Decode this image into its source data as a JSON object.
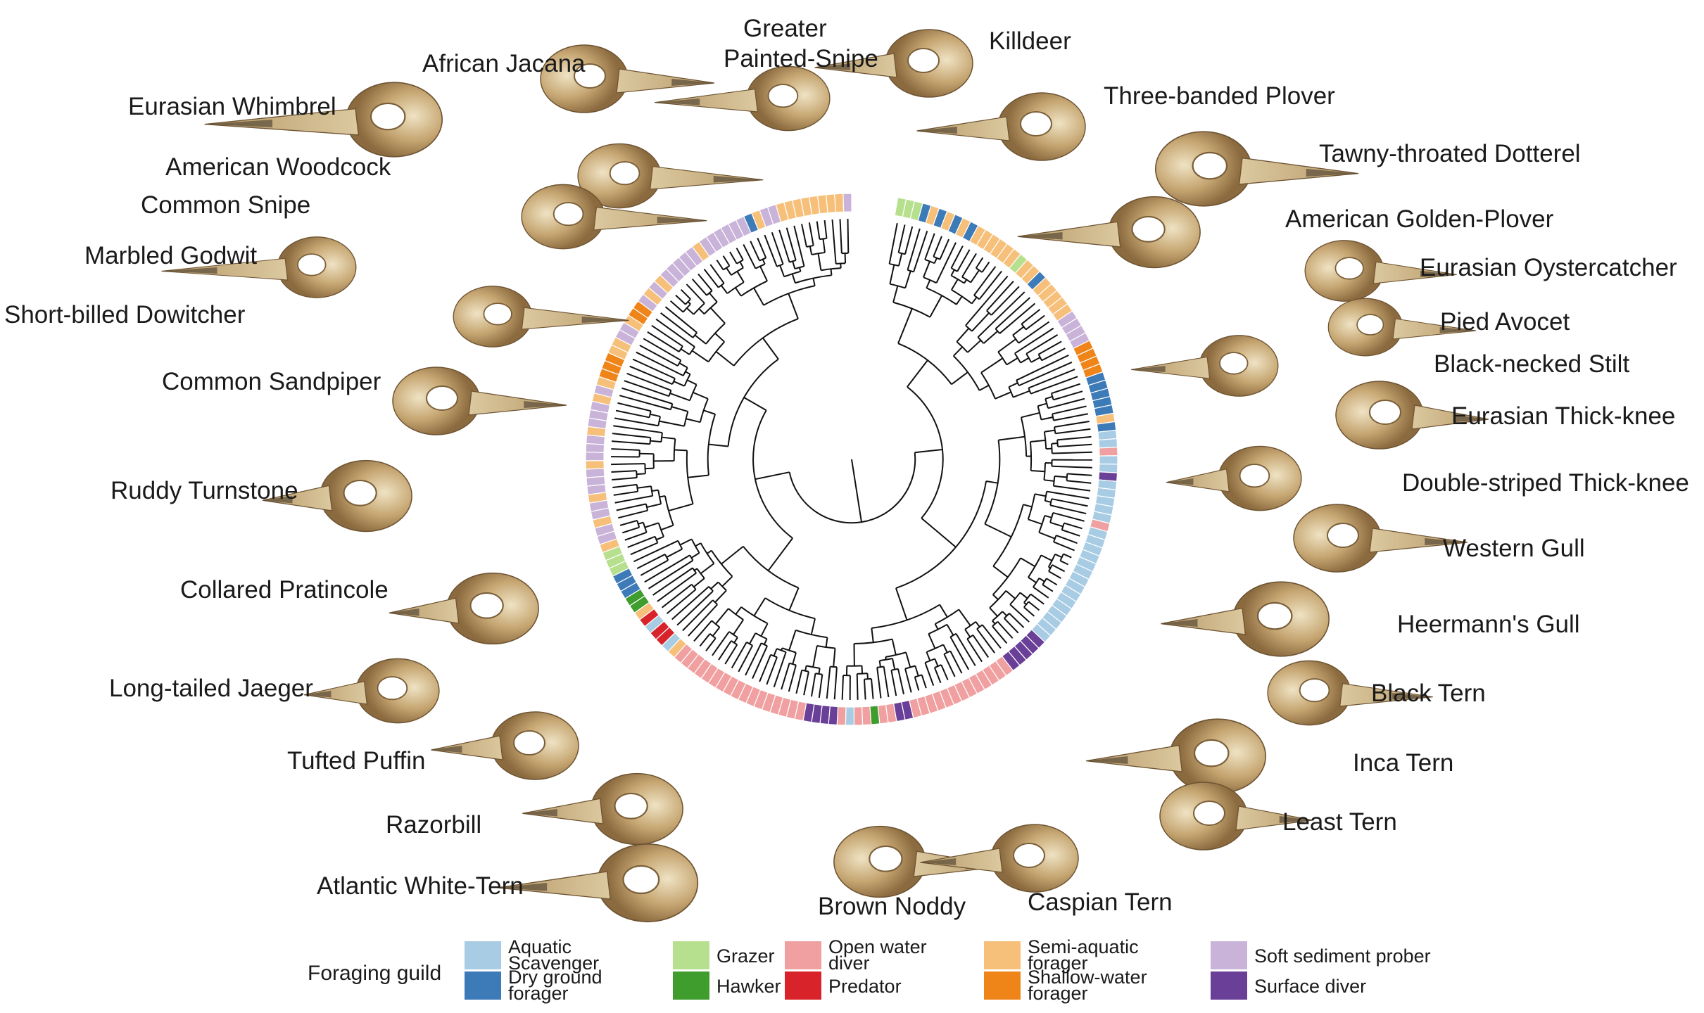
{
  "species": [
    "African Jacana",
    "Greater Painted-Snipe",
    "Killdeer",
    "Eurasian Whimbrel",
    "Three-banded Plover",
    "Tawny-throated Dotterel",
    "American Woodcock",
    "Common Snipe",
    "American Golden-Plover",
    "Marbled Godwit",
    "Eurasian Oystercatcher",
    "Short-billed Dowitcher",
    "Pied Avocet",
    "Black-necked Stilt",
    "Common Sandpiper",
    "Eurasian Thick-knee",
    "Ruddy Turnstone",
    "Double-striped Thick-knee",
    "Western Gull",
    "Collared Pratincole",
    "Heermann's Gull",
    "Long-tailed Jaeger",
    "Black Tern",
    "Tufted Puffin",
    "Inca Tern",
    "Razorbill",
    "Least Tern",
    "Atlantic White-Tern",
    "Brown Noddy",
    "Caspian Tern"
  ],
  "legend": {
    "title": "Foraging guild",
    "items": [
      {
        "label1": "Aquatic",
        "label2": "Scavenger",
        "color": "#a8cce4"
      },
      {
        "label1": "Dry ground",
        "label2": "forager",
        "color": "#3d7ab8"
      },
      {
        "label1": "Grazer",
        "label2": "",
        "color": "#b7e08e"
      },
      {
        "label1": "Hawker",
        "label2": "",
        "color": "#3f9d2e"
      },
      {
        "label1": "Open water",
        "label2": "diver",
        "color": "#f0a0a0"
      },
      {
        "label1": "Predator",
        "label2": "",
        "color": "#d8232a"
      },
      {
        "label1": "Semi-aquatic",
        "label2": "forager",
        "color": "#f6c07a"
      },
      {
        "label1": "Shallow-water",
        "label2": "forager",
        "color": "#ef8419"
      },
      {
        "label1": "Soft sediment prober",
        "label2": "",
        "color": "#c9b3d9"
      },
      {
        "label1": "Surface diver",
        "label2": "",
        "color": "#6a3f98"
      }
    ]
  },
  "ring_sequence": [
    "Grazer",
    "Grazer",
    "Grazer",
    "Dry ground forager",
    "Semi-aquatic forager",
    "Dry ground forager",
    "Semi-aquatic forager",
    "Dry ground forager",
    "Semi-aquatic forager",
    "Dry ground forager",
    "Semi-aquatic forager",
    "Semi-aquatic forager",
    "Semi-aquatic forager",
    "Semi-aquatic forager",
    "Semi-aquatic forager",
    "Semi-aquatic forager",
    "Grazer",
    "Semi-aquatic forager",
    "Semi-aquatic forager",
    "Dry ground forager",
    "Semi-aquatic forager",
    "Semi-aquatic forager",
    "Semi-aquatic forager",
    "Semi-aquatic forager",
    "Semi-aquatic forager",
    "Soft sediment prober",
    "Soft sediment prober",
    "Soft sediment prober",
    "Soft sediment prober",
    "Shallow-water forager",
    "Shallow-water forager",
    "Shallow-water forager",
    "Shallow-water forager",
    "Dry ground forager",
    "Dry ground forager",
    "Dry ground forager",
    "Dry ground forager",
    "Dry ground forager",
    "Semi-aquatic forager",
    "Dry ground forager",
    "Aquatic Scavenger",
    "Aquatic Scavenger",
    "Open water diver",
    "Aquatic Scavenger",
    "Aquatic Scavenger",
    "Surface diver",
    "Aquatic Scavenger",
    "Aquatic Scavenger",
    "Aquatic Scavenger",
    "Aquatic Scavenger",
    "Aquatic Scavenger",
    "Open water diver",
    "Aquatic Scavenger",
    "Aquatic Scavenger",
    "Aquatic Scavenger",
    "Aquatic Scavenger",
    "Aquatic Scavenger",
    "Aquatic Scavenger",
    "Aquatic Scavenger",
    "Aquatic Scavenger",
    "Aquatic Scavenger",
    "Aquatic Scavenger",
    "Aquatic Scavenger",
    "Aquatic Scavenger",
    "Aquatic Scavenger",
    "Aquatic Scavenger",
    "Aquatic Scavenger",
    "Surface diver",
    "Surface diver",
    "Surface diver",
    "Surface diver",
    "Surface diver",
    "Open water diver",
    "Open water diver",
    "Open water diver",
    "Open water diver",
    "Open water diver",
    "Open water diver",
    "Open water diver",
    "Open water diver",
    "Open water diver",
    "Open water diver",
    "Open water diver",
    "Open water diver",
    "Open water diver",
    "Surface diver",
    "Surface diver",
    "Open water diver",
    "Open water diver",
    "Hawker",
    "Open water diver",
    "Open water diver",
    "Aquatic Scavenger",
    "Open water diver",
    "Surface diver",
    "Surface diver",
    "Surface diver",
    "Surface diver",
    "Open water diver",
    "Open water diver",
    "Open water diver",
    "Open water diver",
    "Open water diver",
    "Open water diver",
    "Open water diver",
    "Open water diver",
    "Open water diver",
    "Open water diver",
    "Open water diver",
    "Open water diver",
    "Open water diver",
    "Open water diver",
    "Open water diver",
    "Open water diver",
    "Open water diver",
    "Semi-aquatic forager",
    "Aquatic Scavenger",
    "Predator",
    "Predator",
    "Aquatic Scavenger",
    "Predator",
    "Semi-aquatic forager",
    "Hawker",
    "Hawker",
    "Dry ground forager",
    "Dry ground forager",
    "Dry ground forager",
    "Grazer",
    "Grazer",
    "Grazer",
    "Semi-aquatic forager",
    "Soft sediment prober",
    "Soft sediment prober",
    "Semi-aquatic forager",
    "Soft sediment prober",
    "Soft sediment prober",
    "Semi-aquatic forager",
    "Soft sediment prober",
    "Soft sediment prober",
    "Soft sediment prober",
    "Semi-aquatic forager",
    "Soft sediment prober",
    "Soft sediment prober",
    "Soft sediment prober",
    "Semi-aquatic forager",
    "Soft sediment prober",
    "Soft sediment prober",
    "Soft sediment prober",
    "Semi-aquatic forager",
    "Soft sediment prober",
    "Semi-aquatic forager",
    "Shallow-water forager",
    "Shallow-water forager",
    "Shallow-water forager",
    "Semi-aquatic forager",
    "Semi-aquatic forager",
    "Soft sediment prober",
    "Soft sediment prober",
    "Semi-aquatic forager",
    "Shallow-water forager",
    "Shallow-water forager",
    "Soft sediment prober",
    "Semi-aquatic forager",
    "Soft sediment prober",
    "Semi-aquatic forager",
    "Soft sediment prober",
    "Soft sediment prober",
    "Soft sediment prober",
    "Soft sediment prober",
    "Soft sediment prober",
    "Semi-aquatic forager",
    "Soft sediment prober",
    "Soft sediment prober",
    "Soft sediment prober",
    "Soft sediment prober",
    "Soft sediment prober",
    "Soft sediment prober",
    "Dry ground forager",
    "Semi-aquatic forager",
    "Soft sediment prober",
    "Soft sediment prober",
    "Semi-aquatic forager",
    "Semi-aquatic forager",
    "Semi-aquatic forager",
    "Semi-aquatic forager",
    "Semi-aquatic forager",
    "Semi-aquatic forager",
    "Semi-aquatic forager",
    "Semi-aquatic forager",
    "Soft sediment prober"
  ]
}
